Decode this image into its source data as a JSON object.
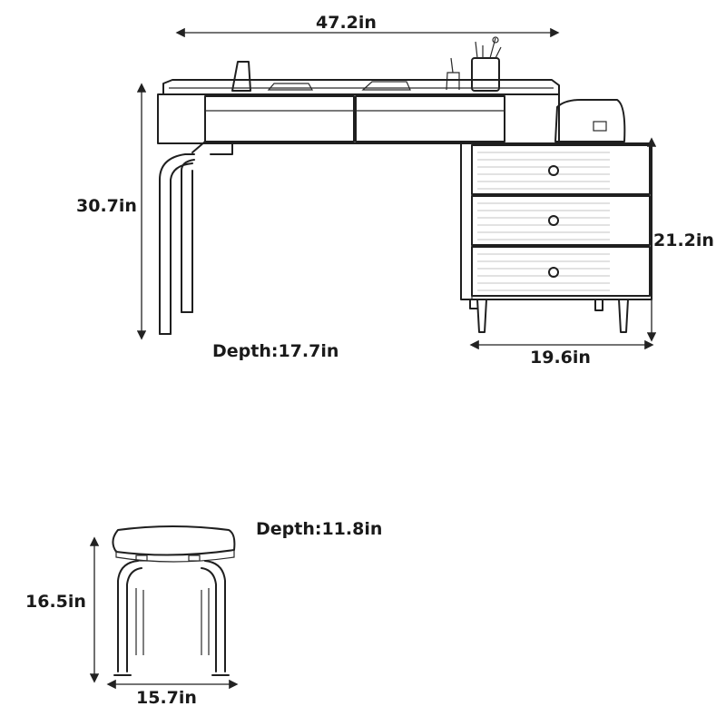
{
  "desk": {
    "width_label": "47.2in",
    "height_label": "30.7in",
    "depth_label": "Depth:17.7in"
  },
  "cabinet": {
    "height_label": "21.2in",
    "width_label": "19.6in"
  },
  "stool": {
    "depth_label": "Depth:11.8in",
    "height_label": "16.5in",
    "width_label": "15.7in"
  },
  "colors": {
    "line": "#1f1f1f",
    "background": "#ffffff"
  }
}
